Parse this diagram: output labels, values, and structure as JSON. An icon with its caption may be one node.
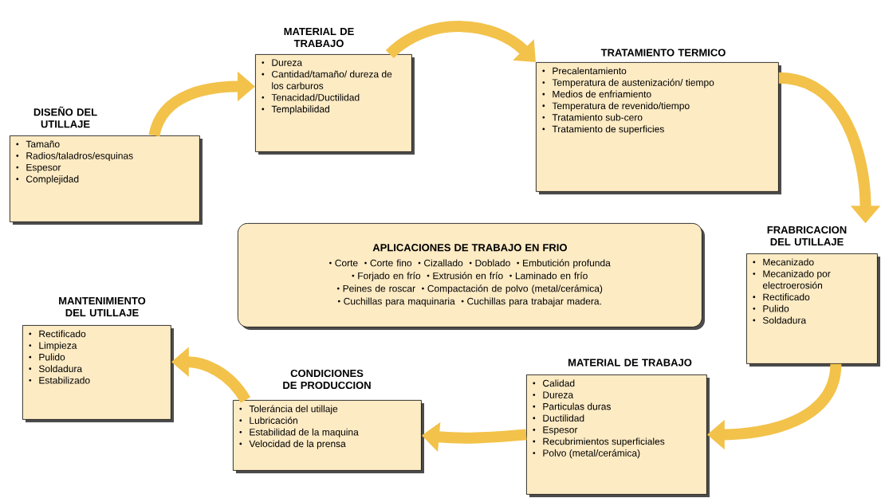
{
  "diagram": {
    "nodes": [
      {
        "text": [
          "DISEÑO DEL UTILLAJE",
          "Tamaño",
          "Radios/taladros/esquinas",
          "Espesor",
          "Complejidad"
        ]
      },
      {
        "text": [
          "MATERIAL DE TRABAJO",
          "Dureza",
          "Cantidad/tamaño/ dureza de los carburos",
          "Tenacidad/Ductilidad",
          "Templabilidad"
        ]
      },
      {
        "text": [
          "TRATAMIENTO TERMICO",
          "Precalentamiento",
          "Temperatura de austenización/ tiempo",
          "Medios de enfriamiento",
          "Temperatura de revenido/tiempo",
          "Tratamiento sub-cero",
          "Tratamiento de superficies"
        ]
      },
      {
        "text": [
          "FRABRICACION DEL UTILLAJE",
          "Mecanizado",
          "Mecanizado por electroerosión",
          "Rectificado",
          "Pulido",
          "Soldadura"
        ]
      },
      {
        "text": [
          "MATERIAL DE TRABAJO",
          "Calidad",
          "Dureza",
          "Particulas duras",
          "Ductilidad",
          "Espesor",
          "Recubrimientos superficiales",
          "Polvo (metal/cerámica)"
        ]
      },
      {
        "text": [
          "CONDICIONES DE PRODUCCION",
          "Toleráncia del utillaje",
          "Lubricación",
          "Estabilidad de la maquina",
          "Velocidad de la prensa"
        ]
      },
      {
        "text": [
          "MANTENIMIENTO DEL UTILLAJE",
          "Rectificado",
          "Limpieza",
          "Pulido",
          "Soldadura",
          "Estabilizado"
        ]
      },
      {
        "text": [
          "APLICACIONES DE TRABAJO EN FRIO",
          "Corte",
          "Corte fino",
          "Cizallado",
          "Doblado",
          "Embutición profunda",
          "Forjado en frío",
          "Extrusión en frío",
          "Laminado en frío",
          "Peines de roscar",
          "Compactación de polvo (metal/cerámica)",
          "Cuchillas para maquinaria",
          "Cuchillas para trabajar madera."
        ]
      }
    ],
    "edges": [
      {
        "from": 0,
        "to": 1,
        "arrow": "to"
      },
      {
        "from": 1,
        "to": 2,
        "arrow": "to"
      },
      {
        "from": 2,
        "to": 3,
        "arrow": "to"
      },
      {
        "from": 3,
        "to": 4,
        "arrow": "to"
      },
      {
        "from": 4,
        "to": 5,
        "arrow": "to"
      },
      {
        "from": 5,
        "to": 6,
        "arrow": "to"
      }
    ]
  }
}
